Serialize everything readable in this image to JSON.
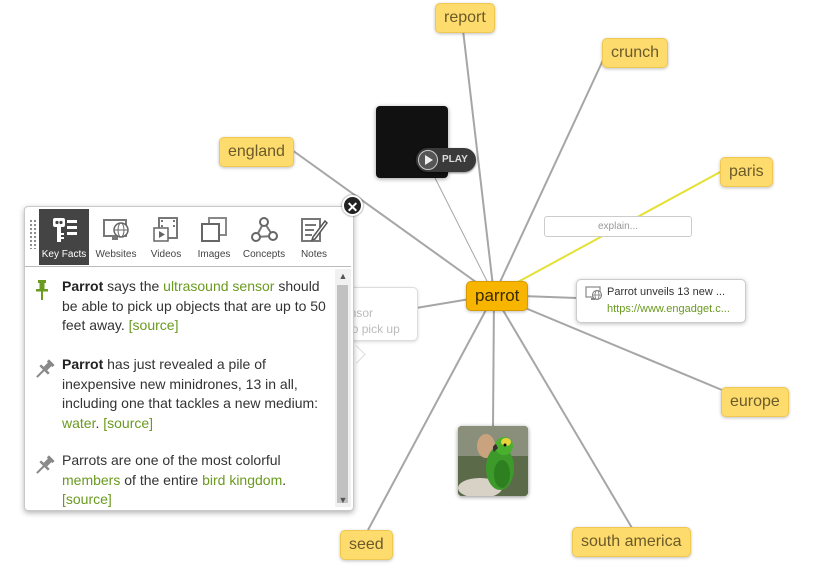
{
  "center_node": {
    "label": "parrot"
  },
  "nodes": {
    "report": "report",
    "crunch": "crunch",
    "england": "england",
    "paris": "paris",
    "europe": "europe",
    "seed": "seed",
    "south_america": "south america"
  },
  "video": {
    "play_label": "PLAY"
  },
  "explain": {
    "placeholder": "explain..."
  },
  "website_card": {
    "title": "Parrot unveils 13 new ...",
    "url": "https://www.engadget.c..."
  },
  "ghost_card": {
    "line1": "sensor",
    "line2": "should be able to pick up"
  },
  "panel": {
    "tabs": [
      {
        "label": "Key Facts",
        "icon": "key-icon"
      },
      {
        "label": "Websites",
        "icon": "monitor-globe-icon"
      },
      {
        "label": "Videos",
        "icon": "film-icon"
      },
      {
        "label": "Images",
        "icon": "images-icon"
      },
      {
        "label": "Concepts",
        "icon": "concepts-icon"
      },
      {
        "label": "Notes",
        "icon": "notes-icon"
      }
    ],
    "active_tab": "Key Facts",
    "facts": [
      {
        "pinned": true,
        "subject": "Parrot",
        "t1": " says the ",
        "link1": "ultrasound sensor",
        "t2": " should be able to pick up objects that are up to 50 feet away. ",
        "source": "[source]"
      },
      {
        "pinned": false,
        "subject": "Parrot",
        "t1": " has just revealed a pile of inexpensive new minidrones, 13 in all, including one that tackles a new medium: ",
        "link1": "water",
        "t2": ". ",
        "source": "[source]"
      },
      {
        "pinned": false,
        "subject": "",
        "t1": "Parrots are one of the most colorful ",
        "link1": "members",
        "t2": " of the entire ",
        "link2": "bird kingdom",
        "t3": ". ",
        "source": "[source]"
      }
    ]
  },
  "colors": {
    "node": "#fddb6d",
    "center": "#f7b500",
    "link_line": "#aaaaaa",
    "highlight_line": "#e4e034",
    "link_text": "#6a9a1f"
  }
}
